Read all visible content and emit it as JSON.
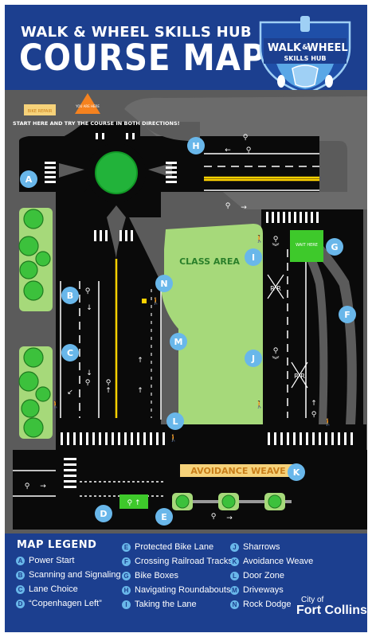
{
  "header": {
    "subtitle": "WALK & WHEEL SKILLS HUB",
    "title": "COURSE MAP"
  },
  "logo": {
    "line1": "WALK",
    "amp": "&",
    "line2": "WHEEL",
    "line3": "SKILLS HUB"
  },
  "map": {
    "bike_repair_label": "BIKE REPAIR",
    "you_are_here_label": "YOU ARE HERE",
    "start_instruction": "START HERE AND TRY THE COURSE IN BOTH DIRECTIONS!",
    "class_area_label": "CLASS AREA",
    "avoidance_weave_label": "AVOIDANCE WEAVE",
    "wait_here_label": "WAIT HERE",
    "markers": [
      "A",
      "B",
      "C",
      "D",
      "E",
      "F",
      "G",
      "H",
      "I",
      "J",
      "K",
      "L",
      "M",
      "N"
    ],
    "colors": {
      "asphalt": "#0a0a0a",
      "grass": "#a6d97a",
      "marker": "#69b7ea",
      "weave_sign": "#f6d27a",
      "bike_box": "#3ec92b",
      "you_are_here": "#f5821f",
      "roundabout": "#22b33a",
      "lane_yellow": "#ffd200"
    },
    "icons": [
      "bike-symbol-icon",
      "arrow-icon",
      "pedestrian-icon",
      "railroad-crossing-icon",
      "sharrow-icon",
      "tree-icon"
    ]
  },
  "legend": {
    "title": "MAP LEGEND",
    "items": [
      {
        "badge": "A",
        "label": "Power Start"
      },
      {
        "badge": "B",
        "label": "Scanning and Signaling"
      },
      {
        "badge": "C",
        "label": "Lane Choice"
      },
      {
        "badge": "D",
        "label": "“Copenhagen Left”"
      },
      {
        "badge": "E",
        "label": "Protected Bike Lane"
      },
      {
        "badge": "F",
        "label": "Crossing Railroad Tracks"
      },
      {
        "badge": "G",
        "label": "Bike Boxes"
      },
      {
        "badge": "H",
        "label": "Navigating Roundabouts"
      },
      {
        "badge": "I",
        "label": "Taking the Lane"
      },
      {
        "badge": "J",
        "label": "Sharrows"
      },
      {
        "badge": "K",
        "label": "Avoidance Weave"
      },
      {
        "badge": "L",
        "label": "Door Zone"
      },
      {
        "badge": "M",
        "label": "Driveways"
      },
      {
        "badge": "N",
        "label": "Rock Dodge"
      }
    ]
  },
  "footer": {
    "city_of": "City of",
    "city_name": "Fort Collins"
  }
}
